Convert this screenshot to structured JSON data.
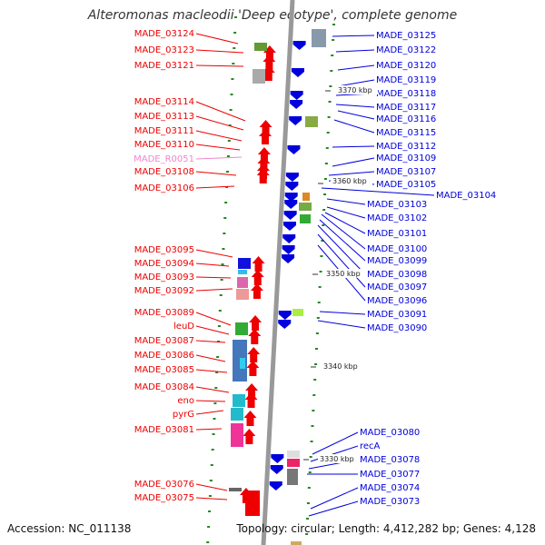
{
  "title": "Alteromonas macleodii 'Deep ecotype', complete genome",
  "footer": {
    "accession": "Accession: NC_011138",
    "topology": "Topology: circular; Length: 4,412,282 bp; Genes: 4,128"
  },
  "colors": {
    "forward": "#ee0000",
    "reverse": "#0000dd",
    "rna": "#ee88cc",
    "backbone": "#999999",
    "tick": "#228822"
  },
  "scale_labels": [
    "3370 kbp",
    "3360 kbp",
    "3350 kbp",
    "3340 kbp",
    "3330 kbp"
  ],
  "left_labels": [
    {
      "text": "MADE_03124",
      "rna": false
    },
    {
      "text": "MADE_03123",
      "rna": false
    },
    {
      "text": "MADE_03121",
      "rna": false
    },
    {
      "text": "MADE_03114",
      "rna": false
    },
    {
      "text": "MADE_03113",
      "rna": false
    },
    {
      "text": "MADE_03111",
      "rna": false
    },
    {
      "text": "MADE_03110",
      "rna": false
    },
    {
      "text": "MADE_R0051",
      "rna": true
    },
    {
      "text": "MADE_03108",
      "rna": false
    },
    {
      "text": "MADE_03106",
      "rna": false
    },
    {
      "text": "MADE_03095",
      "rna": false
    },
    {
      "text": "MADE_03094",
      "rna": false
    },
    {
      "text": "MADE_03093",
      "rna": false
    },
    {
      "text": "MADE_03092",
      "rna": false
    },
    {
      "text": "MADE_03089",
      "rna": false
    },
    {
      "text": "leuD",
      "rna": false
    },
    {
      "text": "MADE_03087",
      "rna": false
    },
    {
      "text": "MADE_03086",
      "rna": false
    },
    {
      "text": "MADE_03085",
      "rna": false
    },
    {
      "text": "MADE_03084",
      "rna": false
    },
    {
      "text": "eno",
      "rna": false
    },
    {
      "text": "pyrG",
      "rna": false
    },
    {
      "text": "MADE_03081",
      "rna": false
    },
    {
      "text": "MADE_03076",
      "rna": false
    },
    {
      "text": "MADE_03075",
      "rna": false
    }
  ],
  "right_labels": [
    "MADE_03125",
    "MADE_03122",
    "MADE_03120",
    "MADE_03119",
    "MADE_03118",
    "MADE_03117",
    "MADE_03116",
    "MADE_03115",
    "MADE_03112",
    "MADE_03109",
    "MADE_03107",
    "MADE_03105",
    "MADE_03104",
    "MADE_03103",
    "MADE_03102",
    "MADE_03101",
    "MADE_03100",
    "MADE_03099",
    "MADE_03098",
    "MADE_03097",
    "MADE_03096",
    "MADE_03091",
    "MADE_03090",
    "MADE_03080",
    "recA",
    "MADE_03078",
    "MADE_03077",
    "MADE_03074",
    "MADE_03073"
  ]
}
